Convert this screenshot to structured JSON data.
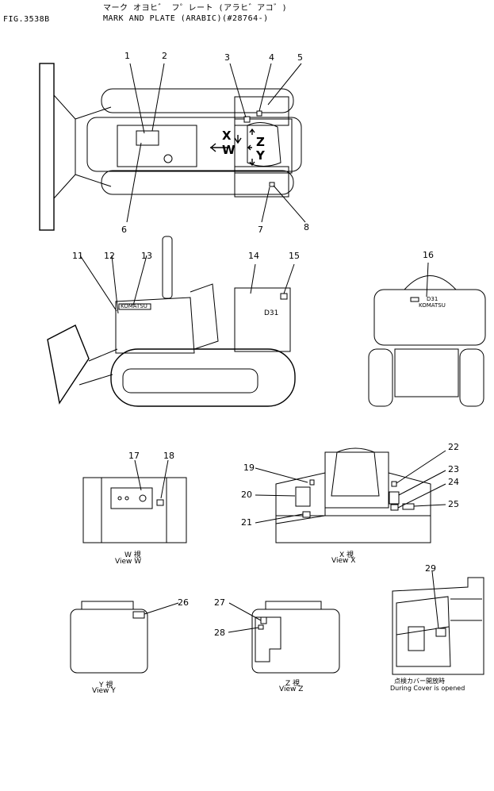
{
  "header": {
    "fig_number": "FIG.3538B",
    "title_jp": "マーク オヨヒ゛ フ゜レート (アラヒ゛アコ゛)",
    "title_en": "MARK AND PLATE (ARABIC)(#28764-)"
  },
  "callouts": [
    "1",
    "2",
    "3",
    "4",
    "5",
    "6",
    "7",
    "8",
    "11",
    "12",
    "13",
    "14",
    "15",
    "16",
    "17",
    "18",
    "19",
    "20",
    "21",
    "22",
    "23",
    "24",
    "25",
    "26",
    "27",
    "28",
    "29"
  ],
  "view_markers": {
    "x": "X",
    "w": "W",
    "z": "Z",
    "y": "Y"
  },
  "decal_text": {
    "model": "D31",
    "brand": "KOMATSU"
  },
  "views": {
    "w": {
      "jp": "W 視",
      "en": "View W"
    },
    "x": {
      "jp": "X 視",
      "en": "View X"
    },
    "y": {
      "jp": "Y 視",
      "en": "View Y"
    },
    "z": {
      "jp": "Z 視",
      "en": "View Z"
    },
    "cover": {
      "jp": "点検カバー開放時",
      "en": "During Cover is opened"
    }
  }
}
